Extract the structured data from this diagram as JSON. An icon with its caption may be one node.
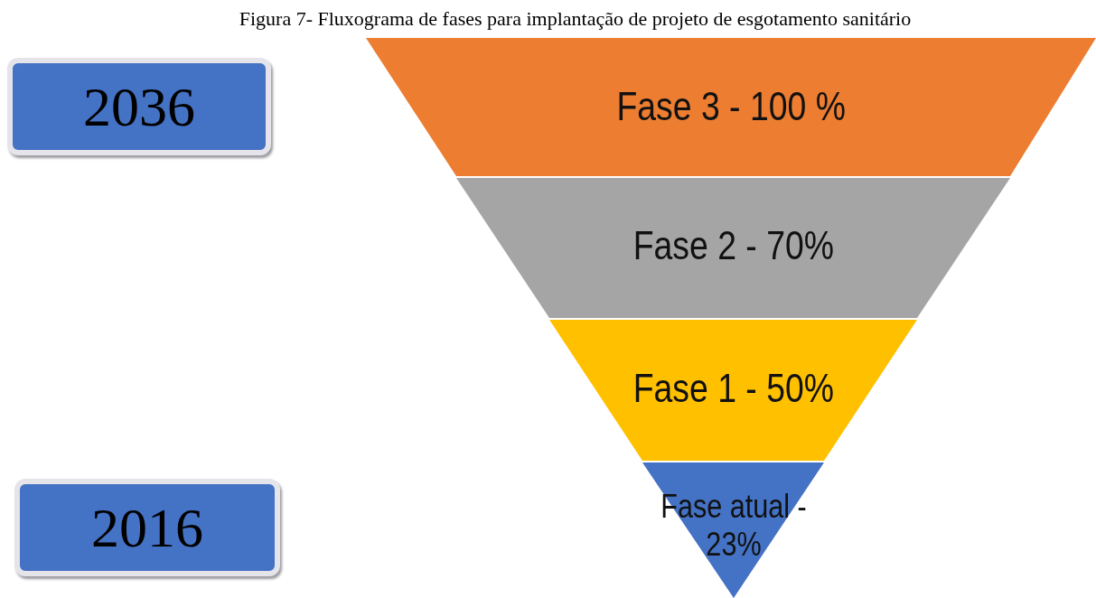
{
  "diagram": {
    "title": "Figura 7- Fluxograma de fases para implantação de projeto de esgotamento sanitário",
    "nodes": [
      {
        "text": [
          "2036"
        ]
      },
      {
        "text": [
          "Fase 3 - 100 %"
        ]
      },
      {
        "text": [
          "Fase 2 - 70%"
        ]
      },
      {
        "text": [
          "Fase 1 - 50%"
        ]
      },
      {
        "text": [
          "2016"
        ]
      },
      {
        "text": [
          "Fase atual - 23%"
        ]
      }
    ],
    "edges": []
  }
}
